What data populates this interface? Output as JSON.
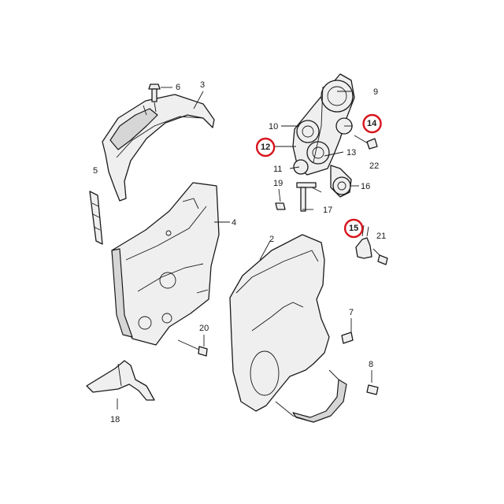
{
  "diagram": {
    "highlight_color": "#d8141c",
    "line_color": "#1a1a1a",
    "callouts": [
      {
        "id": "c2",
        "text": "2",
        "highlighted": false
      },
      {
        "id": "c3",
        "text": "3",
        "highlighted": false
      },
      {
        "id": "c4",
        "text": "4",
        "highlighted": false
      },
      {
        "id": "c5",
        "text": "5",
        "highlighted": false
      },
      {
        "id": "c6",
        "text": "6",
        "highlighted": false
      },
      {
        "id": "c7",
        "text": "7",
        "highlighted": false
      },
      {
        "id": "c8",
        "text": "8",
        "highlighted": false
      },
      {
        "id": "c9",
        "text": "9",
        "highlighted": false
      },
      {
        "id": "c10",
        "text": "10",
        "highlighted": false
      },
      {
        "id": "c11",
        "text": "11",
        "highlighted": false
      },
      {
        "id": "c12",
        "text": "12",
        "highlighted": true
      },
      {
        "id": "c13",
        "text": "13",
        "highlighted": false
      },
      {
        "id": "c14",
        "text": "14",
        "highlighted": true
      },
      {
        "id": "c15",
        "text": "15",
        "highlighted": true
      },
      {
        "id": "c16",
        "text": "16",
        "highlighted": false
      },
      {
        "id": "c17",
        "text": "17",
        "highlighted": false
      },
      {
        "id": "c18",
        "text": "18",
        "highlighted": false
      },
      {
        "id": "c19",
        "text": "19",
        "highlighted": false
      },
      {
        "id": "c20",
        "text": "20",
        "highlighted": false
      },
      {
        "id": "c21",
        "text": "21",
        "highlighted": false
      },
      {
        "id": "c22",
        "text": "22",
        "highlighted": false
      }
    ]
  }
}
